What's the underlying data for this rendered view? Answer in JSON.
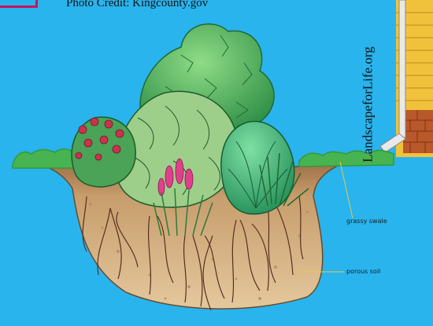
{
  "labels": {
    "credit": "Photo Credit: Kingcounty.gov",
    "site": "LandscapeforLife.org",
    "grassy_swale": "grassy swale",
    "porous_soil": "porous soil"
  },
  "colors": {
    "sky": "#29b4ee",
    "soil": "#c49c6e",
    "grass": "#3fa64a",
    "house_siding": "#f0c23c",
    "brick": "#b9582a",
    "flower_pink": "#e0408a",
    "flower_red": "#c8344c"
  }
}
